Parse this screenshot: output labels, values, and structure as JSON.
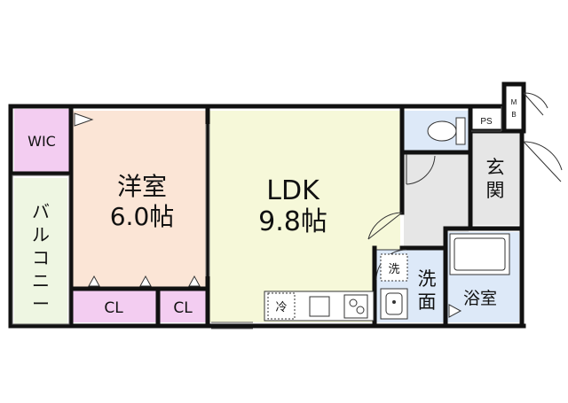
{
  "rooms": {
    "wic": "WIC",
    "balcony": [
      "バ",
      "ル",
      "コ",
      "ニ",
      "ー"
    ],
    "western_room": {
      "name": "洋室",
      "size": "6.0帖"
    },
    "ldk": {
      "name": "LDK",
      "size": "9.8帖"
    },
    "closet_1": "CL",
    "closet_2": "CL",
    "entrance": [
      "玄",
      "関"
    ],
    "washroom": [
      "洗",
      "面"
    ],
    "bathroom": "浴室",
    "pipe_space": "PS",
    "meter_box": [
      "M",
      "B"
    ]
  },
  "fixtures": {
    "fridge_space": "冷",
    "washer_space": "洗"
  },
  "colors": {
    "western_room": "#fbe5d6",
    "ldk": "#f6f8d9",
    "wic_closet": "#f3cdf1",
    "balcony": "#eef6e2",
    "entrance_hall": "#e6e6e6",
    "wet_area": "#dde9f8",
    "wall": "#111111"
  }
}
